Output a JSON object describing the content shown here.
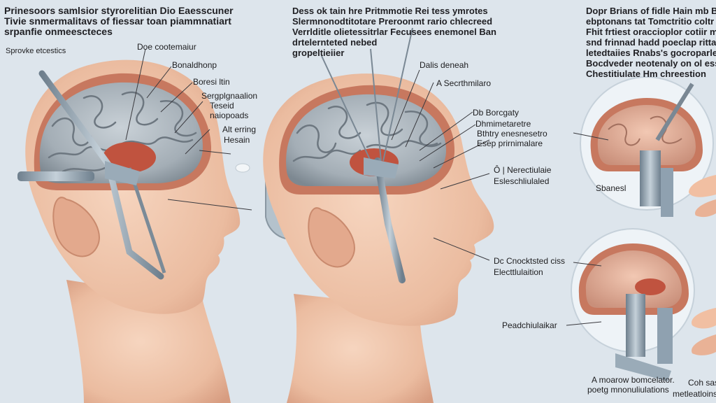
{
  "colors": {
    "background": "#dde5ec",
    "skin": "#f0c7ad",
    "skin_shadow": "#d9a184",
    "brain": "#9ea9b1",
    "brain_dark": "#6f7c86",
    "tissue": "#c2604a",
    "instrument": "#8a9aa8"
  },
  "headers": {
    "left": [
      "Prinesoors samlsior styrorelitian Dio Eaesscuner",
      "Tivie snmermalitavs of fiessar toan piammnatiart",
      "srpanfie onmeescteces"
    ],
    "middle": [
      "Dess ok tain hre Pritmmotie Rei tess ymrotes",
      "Slermnonodtitotare Preroonmt rario chlecreed",
      "Verrlditle olietessitrlar Fecusees enemonel Ban",
      "drtelernteted nebed",
      "gropeltieiier"
    ],
    "right": [
      "Dopr Brians of fidle Hain mb Bin",
      "ebptonans tat Tomctritio coltr me",
      "Fhit frtiest oraccioplor cotiir me",
      "snd frinnad hadd poeclap ritta",
      "letedtaiies Rnabs's gocroparles",
      "Bocdveder neotenaly on ol essio",
      "Chestitiulate Hm chreestion"
    ]
  },
  "left_labels": {
    "spynke": "Sprovke etcestics",
    "doc": "Doe cootemaiur",
    "bonal": "Bonaldhonp",
    "bores": "Boresi ltin",
    "sergo": "Sergplgnaalion",
    "teseid": "Teseid",
    "nalo": "naiopoads",
    "alt": "Alt erring",
    "hesain": "Hesain"
  },
  "middle_labels": {
    "dais": "Dalis deneah",
    "sect": "A Secrthmilaro",
    "db": "Db Borcgaty",
    "dhm": "Dhmimetaretre",
    "bthty": "Bthtry enesnesetro",
    "esep": "Esep prirnimalare",
    "o": "Ô | Nerectiulaie",
    "esel": "Esleschliulaled",
    "dc": "Dc Cnocktsted ciss",
    "elec": "Electtlulaition",
    "peado": "Peadchiulaikar"
  },
  "right_labels": {
    "sbanesl": "Sbanesl",
    "amoarow": "A moarow bomcelator.",
    "poetg": "poetg mnonuliulations",
    "coh": "Coh sas",
    "metle": "metleatloins"
  }
}
